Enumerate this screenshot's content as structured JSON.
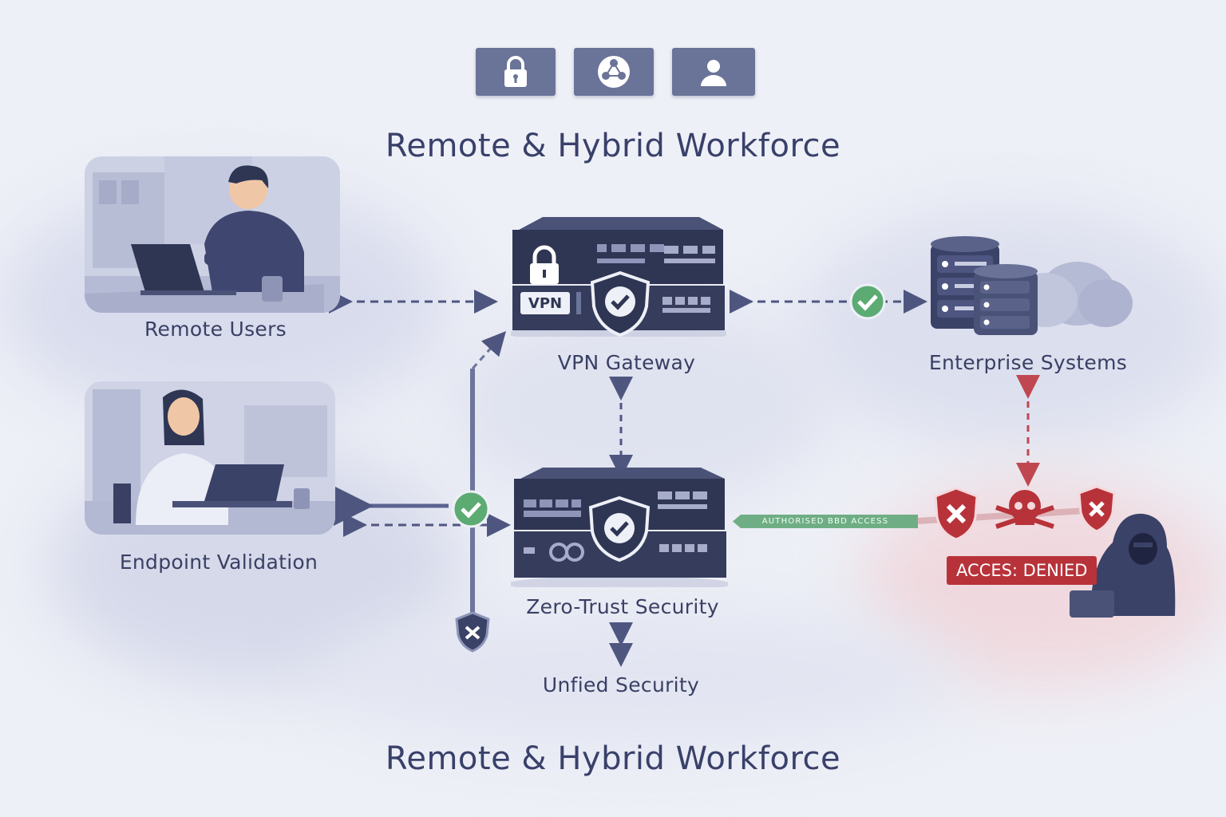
{
  "header_icons": [
    {
      "icon": "lock-icon"
    },
    {
      "icon": "network-icon"
    },
    {
      "icon": "user-icon"
    }
  ],
  "title_top": "Remote & Hybrid Workforce",
  "title_bottom": "Remote & Hybrid Workforce",
  "nodes": {
    "remote_users": "Remote Users",
    "vpn_gateway": "VPN Gateway",
    "enterprise_systems": "Enterprise Systems",
    "endpoint_validation": "Endpoint Validation",
    "zero_trust": "Zero-Trust Security",
    "unified_security": "Unfied Security"
  },
  "vpn_badge": "VPN",
  "authorised_label": "AUTHORISED BBD ACCESS",
  "access_denied": "ACCES: DENIED",
  "colors": {
    "primary": "#39406a",
    "device": "#2f3654",
    "success": "#5cab73",
    "danger": "#b8323a"
  }
}
